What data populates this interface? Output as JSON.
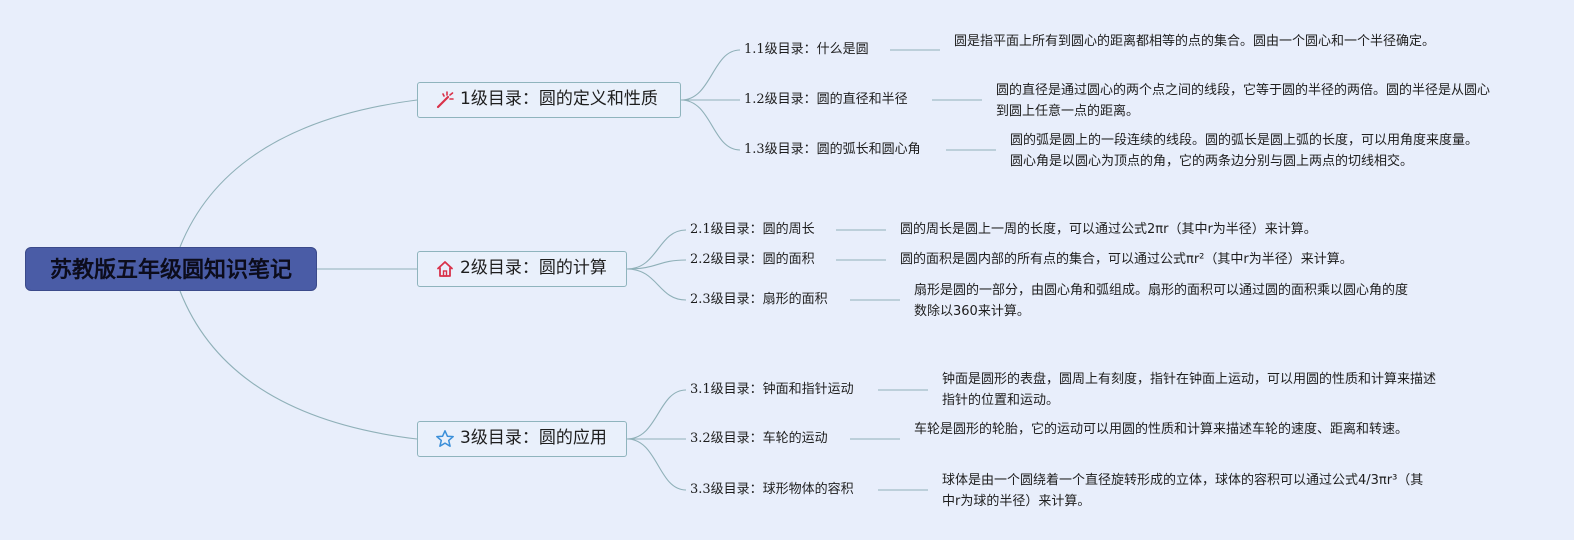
{
  "root": {
    "title": "苏教版五年级圆知识笔记"
  },
  "branches": [
    {
      "label": "1级目录：圆的定义和性质",
      "icon": "magic-wand-icon",
      "children": [
        {
          "label": "1.1级目录：什么是圆",
          "desc": "圆是指平面上所有到圆心的距离都相等的点的集合。圆由一个圆心和一个半径确定。"
        },
        {
          "label": "1.2级目录：圆的直径和半径",
          "desc": "圆的直径是通过圆心的两个点之间的线段，它等于圆的半径的两倍。圆的半径是从圆心到圆上任意一点的距离。"
        },
        {
          "label": "1.3级目录：圆的弧长和圆心角",
          "desc": "圆的弧是圆上的一段连续的线段。圆的弧长是圆上弧的长度，可以用角度来度量。圆心角是以圆心为顶点的角，它的两条边分别与圆上两点的切线相交。"
        }
      ]
    },
    {
      "label": "2级目录：圆的计算",
      "icon": "home-icon",
      "children": [
        {
          "label": "2.1级目录：圆的周长",
          "desc": "圆的周长是圆上一周的长度，可以通过公式2πr（其中r为半径）来计算。"
        },
        {
          "label": "2.2级目录：圆的面积",
          "desc": "圆的面积是圆内部的所有点的集合，可以通过公式πr²（其中r为半径）来计算。"
        },
        {
          "label": "2.3级目录：扇形的面积",
          "desc": "扇形是圆的一部分，由圆心角和弧组成。扇形的面积可以通过圆的面积乘以圆心角的度数除以360来计算。"
        }
      ]
    },
    {
      "label": "3级目录：圆的应用",
      "icon": "star-icon",
      "children": [
        {
          "label": "3.1级目录：钟面和指针运动",
          "desc": "钟面是圆形的表盘，圆周上有刻度，指针在钟面上运动，可以用圆的性质和计算来描述指针的位置和运动。"
        },
        {
          "label": "3.2级目录：车轮的运动",
          "desc": "车轮是圆形的轮胎，它的运动可以用圆的性质和计算来描述车轮的速度、距离和转速。"
        },
        {
          "label": "3.3级目录：球形物体的容积",
          "desc": "球体是由一个圆绕着一个直径旋转形成的立体，球体的容积可以通过公式4/3πr³（其中r为球的半径）来计算。"
        }
      ]
    }
  ],
  "colors": {
    "background": "#e8eefb",
    "root_fill": "#4a5ca6",
    "branch_border": "#8fb4bd",
    "connector": "#8fb0b8",
    "icon_red": "#d9324a",
    "icon_star": "#3b8fd9"
  }
}
